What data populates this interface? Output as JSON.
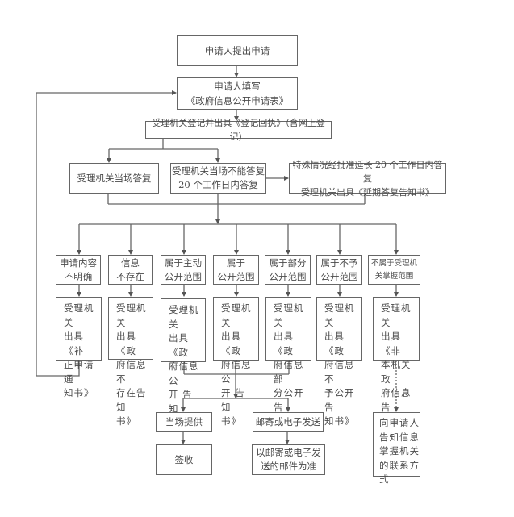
{
  "diagram": {
    "title": "政府信息公开申请流程",
    "nodes": {
      "apply": "申请人提出申请",
      "fill_form": "申请人填写\n《政府信息公开申请表》",
      "register": "受理机关登记并出具《登记回执》（含网上登记）",
      "reply_onsite": "受理机关当场答复",
      "reply_20days": "受理机关当场不能答复\n20 个工作日内答复",
      "reply_extended": "特殊情况经批准延长 20 个工作日内答复\n受理机关出具《延期答复告知书》",
      "cat_unclear": "申请内容\n不明确",
      "cat_not_exist": "信息\n不存在",
      "cat_active": "属于主动\n公开范围",
      "cat_public": "属于\n公开范围",
      "cat_partial": "属于部分\n公开范围",
      "cat_not_public": "属于不予\n公开范围",
      "cat_not_held": "不属于受理机\n关掌握范围",
      "res_unclear": "受理机关\n出具《补\n正申请通\n知书》",
      "res_not_exist": "受理机关\n出具《政\n府信息不\n存在告知\n书》",
      "res_active": "受理机关\n出具《政\n府信息公\n开 告 知\n书》",
      "res_public": "受理机关\n出具《政\n府信息公\n开 告 知\n书》",
      "res_partial": "受理机关\n出具《政\n府信息部\n分公开告\n知书》",
      "res_not_public": "受理机关\n出具《政\n府信息不\n予公开告\n知书》",
      "res_not_held": "受理机关\n出具《非\n本机关政\n府信息告\n知书》",
      "deliver_onsite": "当场提供",
      "deliver_mail": "邮寄或电子发送",
      "sign": "签收",
      "mail_basis": "以邮寄或电子发\n送的邮件为准",
      "inform_contact": "向申请人\n告知信息\n掌握机关\n的联系方\n式"
    },
    "colors": {
      "line": "#666666",
      "text": "#4a4a4a",
      "background": "#ffffff"
    }
  }
}
